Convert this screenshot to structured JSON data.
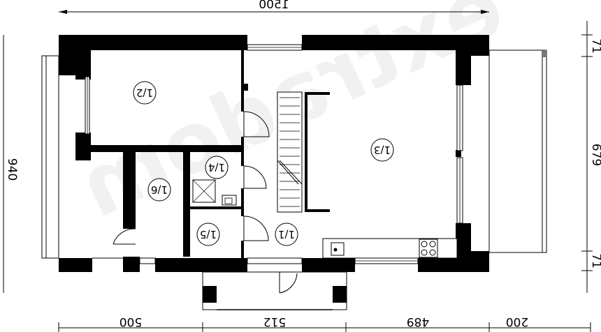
{
  "watermark": "extradom",
  "dimensions": {
    "top_total": "1500",
    "left_total": "940",
    "right_top": "71",
    "right_middle": "679",
    "right_bottom": "71",
    "bottom_segments": [
      "500",
      "512",
      "489",
      "200"
    ]
  },
  "rooms": [
    {
      "id": "r12",
      "label": "1/2"
    },
    {
      "id": "r13",
      "label": "1/3"
    },
    {
      "id": "r14",
      "label": "1/4"
    },
    {
      "id": "r15",
      "label": "1/5"
    },
    {
      "id": "r16",
      "label": "1/6"
    },
    {
      "id": "r11",
      "label": "1/1"
    }
  ]
}
